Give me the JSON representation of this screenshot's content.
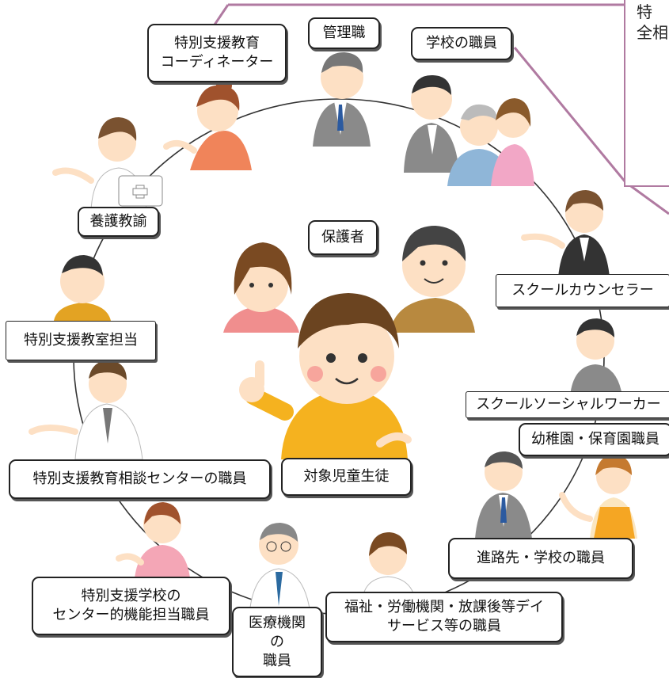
{
  "note": {
    "text": "特\n全相"
  },
  "labels": {
    "coordinator": "特別支援教育\nコーディネーター",
    "management": "管理職",
    "school_staff": "学校の職員",
    "school_nurse": "養護教諭",
    "guardian": "保護者",
    "counselor": "スクールカウンセラー",
    "special_class": "特別支援教室担当",
    "social_worker": "スクールソーシャルワーカー",
    "kindergarten": "幼稚園・保育園職員",
    "consultation_center": "特別支援教育相談センターの職員",
    "target_student": "対象児童生徒",
    "next_school": "進路先・学校の職員",
    "special_school": "特別支援学校の\nセンター的機能担当職員",
    "medical": "医療機関\nの\n職員",
    "welfare": "福祉・労働機関・放課後等デイ\nサービス等の職員"
  },
  "colors": {
    "accent_line": "#b07aa1",
    "circle": "#333333",
    "suit_gray": "#8a8a8a",
    "skin": "#fde0c4",
    "hair_brown": "#7a5230",
    "child_shirt": "#f5b21f",
    "mother_shirt": "#f08e8e",
    "father_shirt": "#b8893f"
  }
}
